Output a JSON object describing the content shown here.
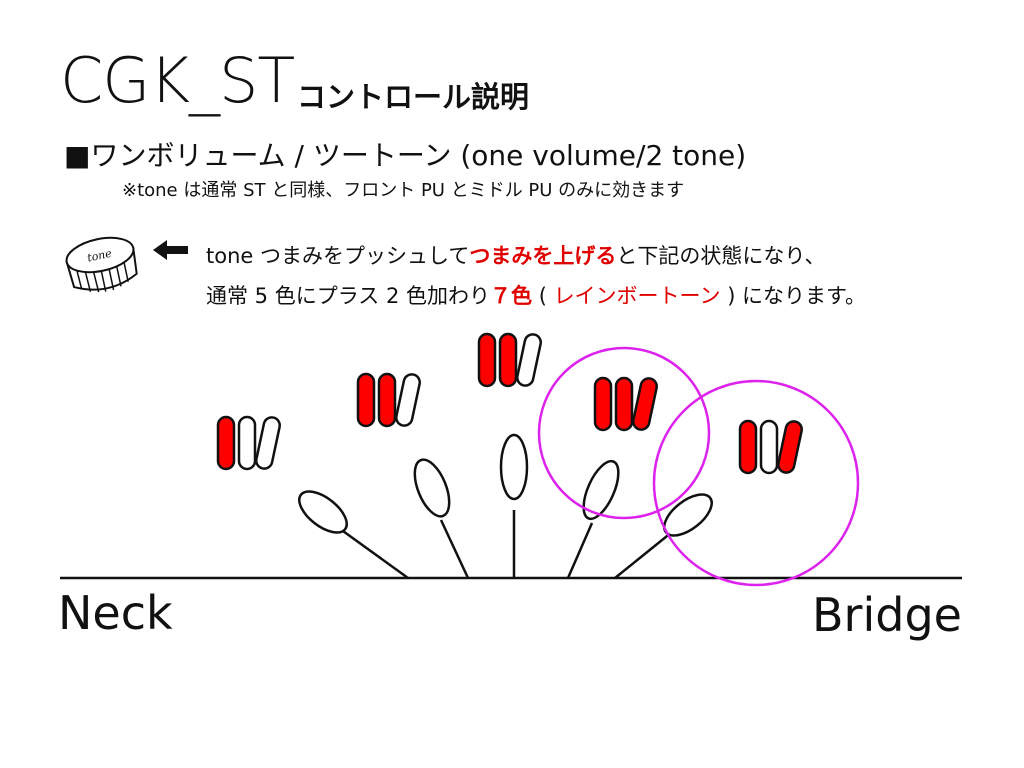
{
  "header": {
    "title_main": "CGK_ST",
    "title_sub": "コントロール説明"
  },
  "section": {
    "heading": "■ワンボリューム / ツートーン (one volume/2 tone)",
    "note": "※tone は通常 ST と同様、フロント PU とミドル PU のみに効きます"
  },
  "knob": {
    "label": "tone",
    "icon": "tone-knob-icon",
    "arrow_icon": "left-arrow-icon"
  },
  "description": {
    "line1_pre": "tone つまみをプッシュして",
    "line1_highlight": "つまみを上げる",
    "line1_post": "と下記の状態になり、",
    "line2_pre": "通常 5 色にプラス 2 色加わり",
    "line2_highlight": "７色",
    "line2_paren_open": " ( ",
    "line2_red": "レインボートーン",
    "line2_paren_close": " ) になります。"
  },
  "labels": {
    "neck": "Neck",
    "bridge": "Bridge"
  },
  "colors": {
    "active_pickup": "#ff0000",
    "highlight_circle": "#dd22ee",
    "text_highlight": "#e00000"
  },
  "positions": [
    {
      "name": "position-1",
      "pickups": [
        true,
        false,
        false
      ]
    },
    {
      "name": "position-2",
      "pickups": [
        true,
        true,
        false
      ]
    },
    {
      "name": "position-3",
      "pickups": [
        true,
        true,
        false
      ]
    },
    {
      "name": "position-4-rainbow",
      "pickups": [
        true,
        true,
        true
      ]
    },
    {
      "name": "position-5-rainbow",
      "pickups": [
        true,
        false,
        true
      ]
    }
  ]
}
